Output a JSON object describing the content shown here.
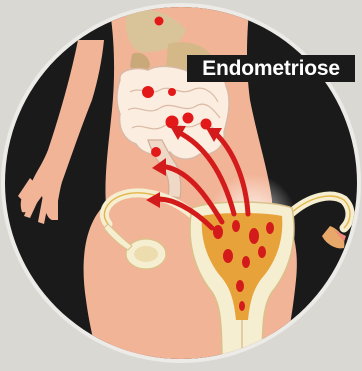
{
  "title": "Endometriose",
  "colors": {
    "background": "#d9d8d3",
    "circle": "#1a1a1a",
    "skin": "#f2b497",
    "intestine": "#fbeee0",
    "uterus": "#f6eed0",
    "tissue": "#e8a23a",
    "lesion": "#e31919",
    "arrow": "#d41b1b"
  },
  "icons": [
    "uterus",
    "intestine",
    "lesion-dot",
    "arrow"
  ]
}
